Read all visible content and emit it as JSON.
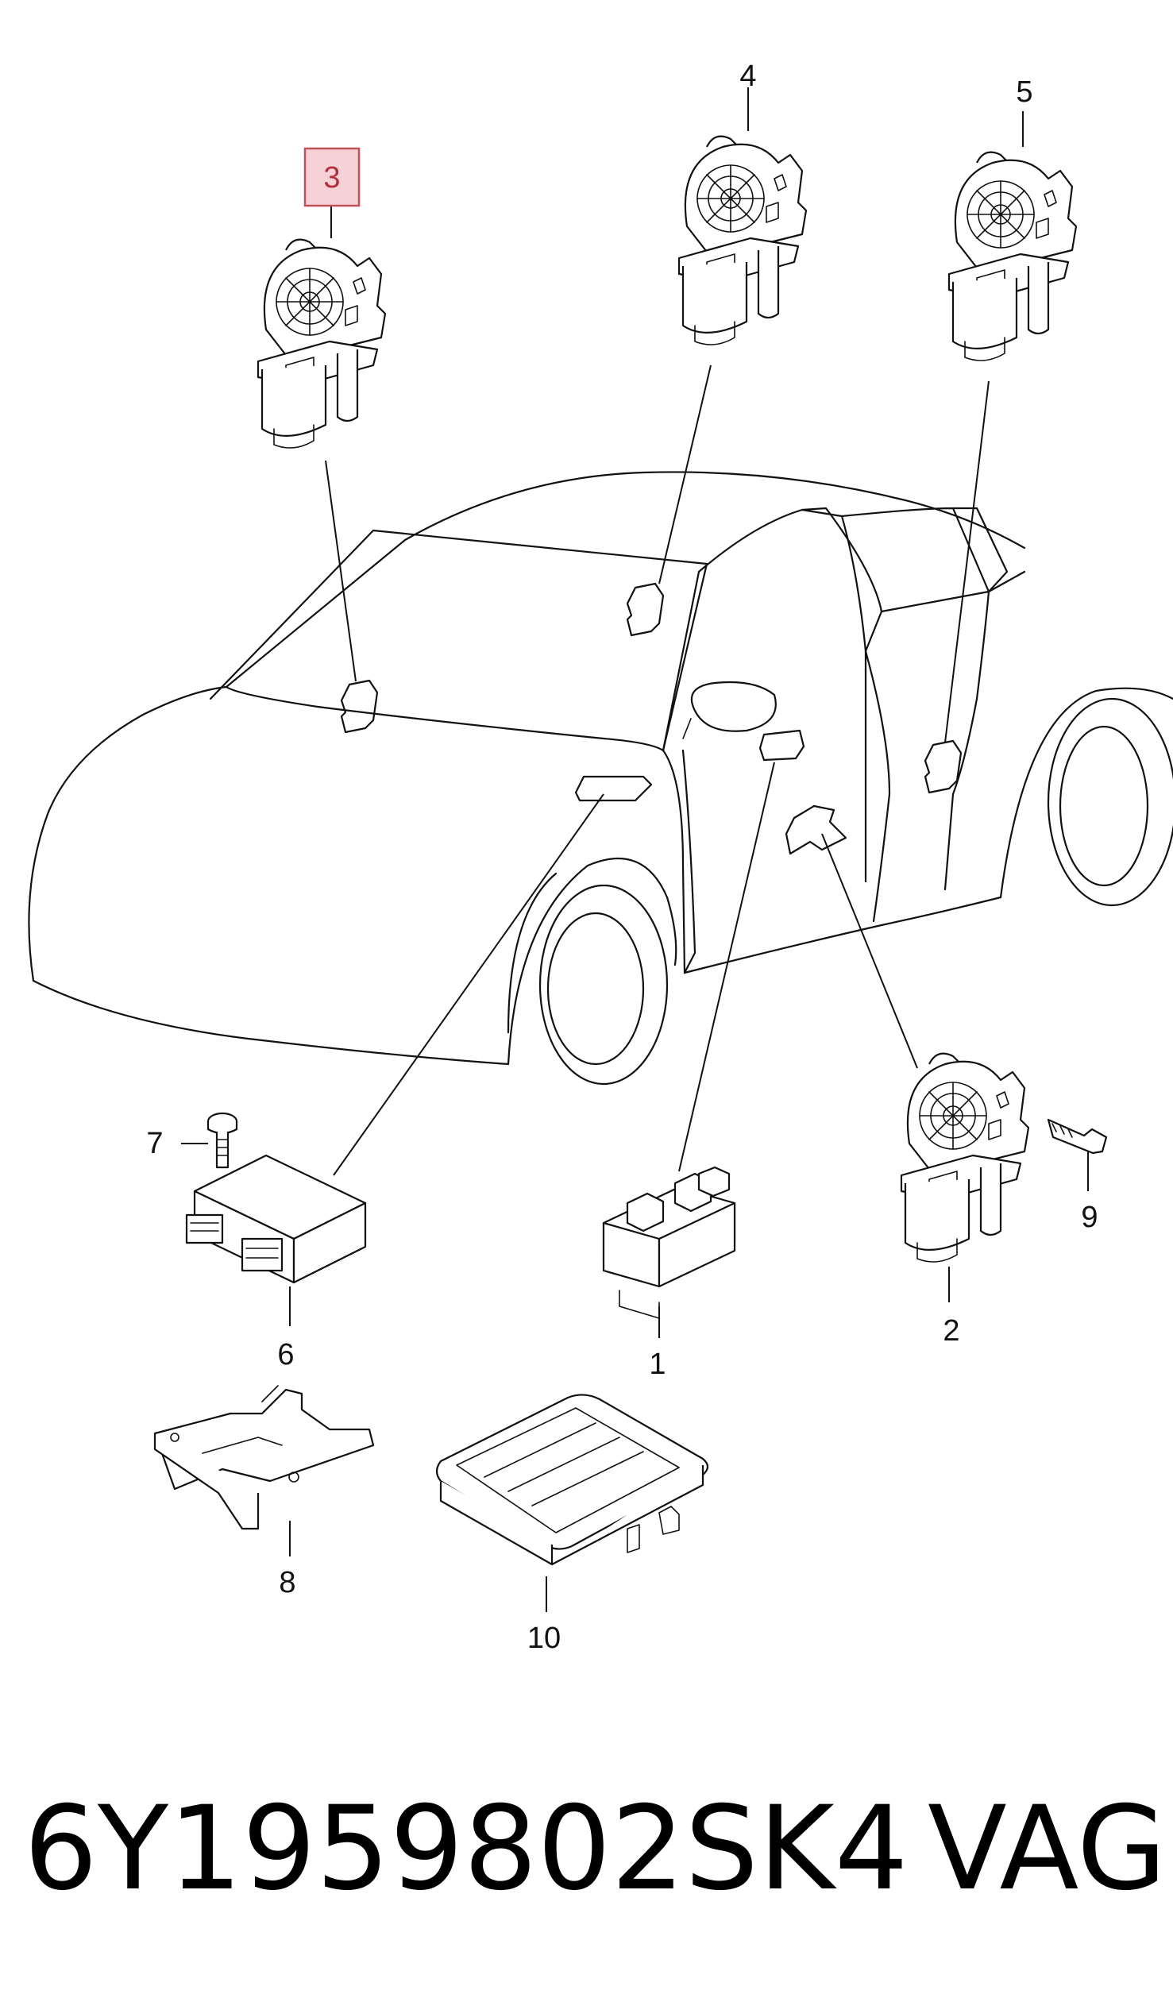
{
  "diagram": {
    "highlighted_callout": "3",
    "callouts": [
      "1",
      "2",
      "3",
      "4",
      "5",
      "6",
      "7",
      "8",
      "9",
      "10"
    ]
  },
  "footer": {
    "part_number": "6Y1959802SK4",
    "brand": "VAG"
  },
  "colors": {
    "line": "#111111",
    "highlight_fill": "#f6d2d6",
    "highlight_stroke": "#c0505a",
    "background": "#ffffff"
  }
}
